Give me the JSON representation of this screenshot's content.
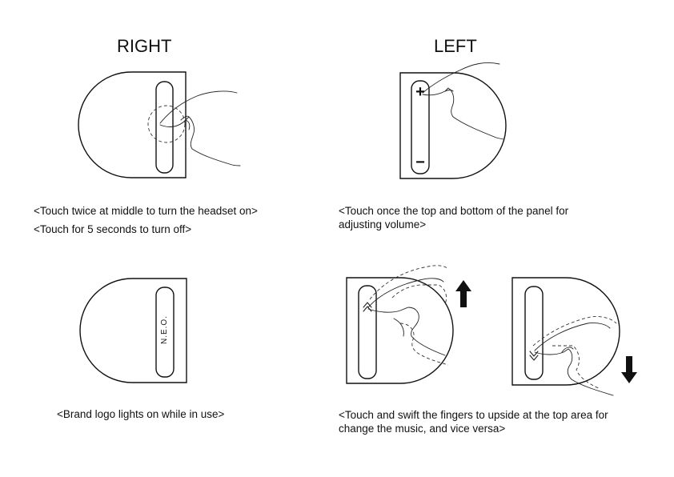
{
  "headings": {
    "right": "RIGHT",
    "left": "LEFT"
  },
  "captions": {
    "power_on": "<Touch twice at middle to turn  the headset on>",
    "power_off": "<Touch for 5 seconds to turn off>",
    "volume_line1": "<Touch once the top and bottom of the panel for",
    "volume_line2": "adjusting volume>",
    "logo": "<Brand logo lights on while in use>",
    "swipe_line1": "<Touch and swift the fingers to upside at the top area for",
    "swipe_line2": "change the music, and vice versa>"
  },
  "panel_labels": {
    "plus": "+",
    "minus": "−",
    "brand_logo": "N.E.O."
  },
  "icons": {
    "arrow_up": "arrow-up-icon",
    "arrow_down": "arrow-down-icon",
    "chevron_up": "double-chevron-up-icon",
    "chevron_down": "double-chevron-down-icon"
  },
  "colors": {
    "line": "#111111",
    "background": "#ffffff"
  }
}
